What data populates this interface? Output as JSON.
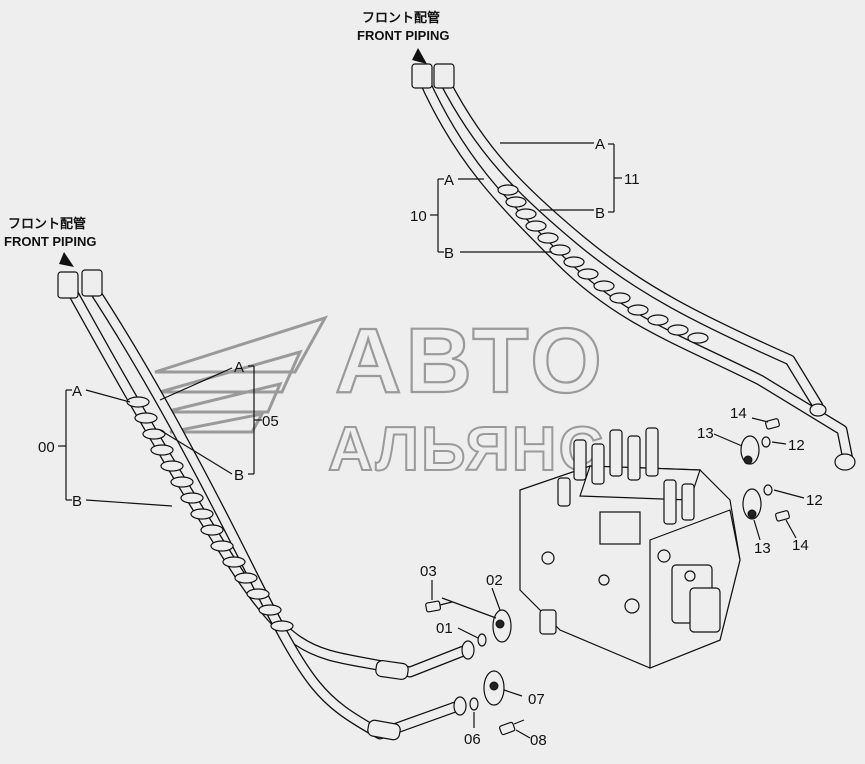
{
  "headers": {
    "top_jp": "フロント配管",
    "top_en": "FRONT PIPING",
    "left_jp": "フロント配管",
    "left_en": "FRONT PIPING"
  },
  "watermark": {
    "line1": "АВТО",
    "line2": "АЛЬЯНС"
  },
  "labels": {
    "g10": "10",
    "g10_a": "A",
    "g10_b": "B",
    "g11": "11",
    "g11_a": "A",
    "g11_b": "B",
    "g00": "00",
    "g00_a": "A",
    "g00_b": "B",
    "g05": "05",
    "g05_a": "A",
    "g05_b": "B",
    "p01": "01",
    "p02": "02",
    "p03": "03",
    "p06": "06",
    "p07": "07",
    "p08": "08",
    "p12a": "12",
    "p12b": "12",
    "p13a": "13",
    "p13b": "13",
    "p14a": "14",
    "p14b": "14"
  },
  "colors": {
    "background": "#eeeeee",
    "ink": "#111111",
    "watermark": "#9a9a9a"
  }
}
